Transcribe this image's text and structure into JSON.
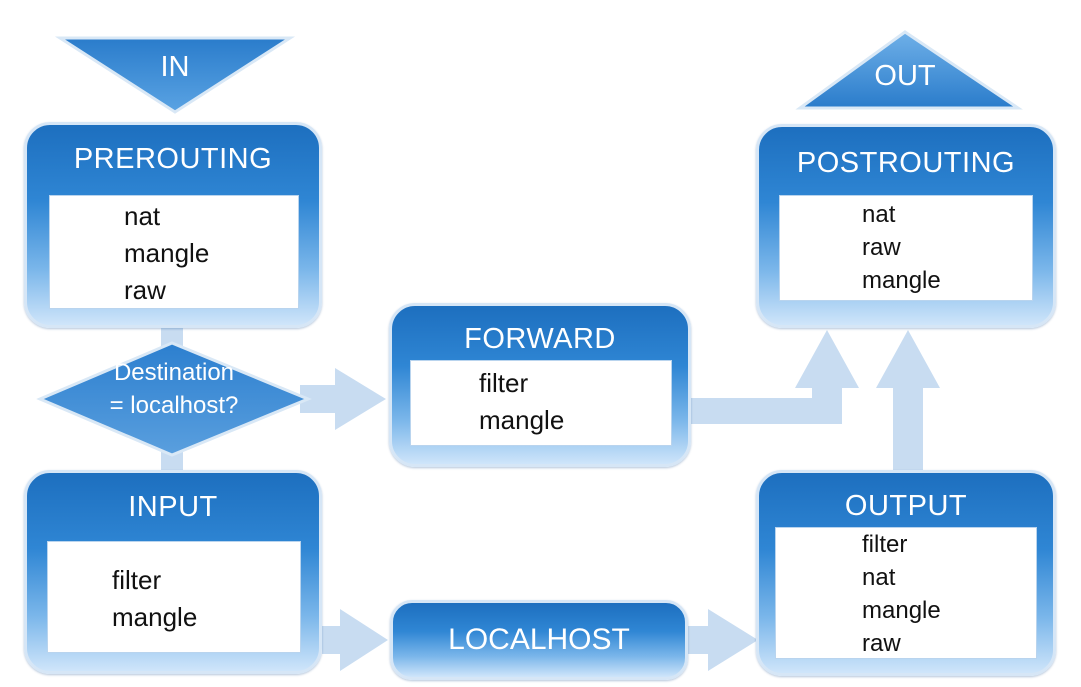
{
  "entry": {
    "label": "IN"
  },
  "exit": {
    "label": "OUT"
  },
  "decision": {
    "line1": "Destination",
    "line2": "= localhost?"
  },
  "chains": {
    "prerouting": {
      "title": "PREROUTING",
      "tables": [
        "nat",
        "mangle",
        "raw"
      ]
    },
    "forward": {
      "title": "FORWARD",
      "tables": [
        "filter",
        "mangle"
      ]
    },
    "input": {
      "title": "INPUT",
      "tables": [
        "filter",
        "mangle"
      ]
    },
    "output": {
      "title": "OUTPUT",
      "tables": [
        "filter",
        "nat",
        "mangle",
        "raw"
      ]
    },
    "postrouting": {
      "title": "POSTROUTING",
      "tables": [
        "nat",
        "raw",
        "mangle"
      ]
    }
  },
  "localhost": {
    "label": "LOCALHOST"
  },
  "colors": {
    "chain_dark": "#1d6fbf",
    "chain_light": "#cfe5fa",
    "arrow": "#c8dcf1",
    "text_on_blue": "#ffffff",
    "table_text": "#111111"
  }
}
